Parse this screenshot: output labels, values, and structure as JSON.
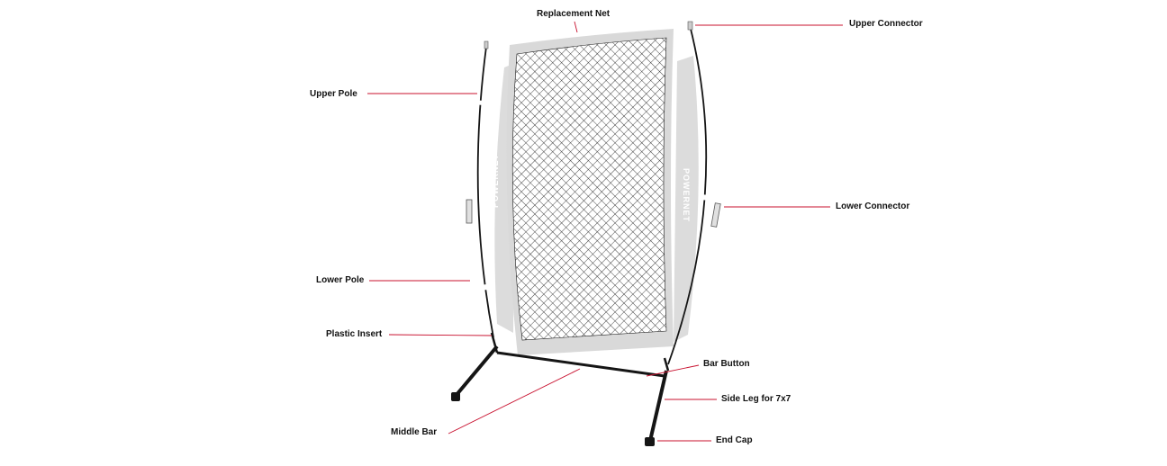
{
  "labels": {
    "replacement_net": "Replacement Net",
    "upper_connector": "Upper Connector",
    "upper_pole": "Upper Pole",
    "lower_connector": "Lower Connector",
    "lower_pole": "Lower Pole",
    "plastic_insert": "Plastic Insert",
    "bar_button": "Bar Button",
    "side_leg": "Side Leg for 7x7",
    "middle_bar": "Middle Bar",
    "end_cap": "End Cap"
  },
  "brand_text": "POWERNET",
  "colors": {
    "leader_line": "#c8102e",
    "frame": "#151515",
    "net_panel": "#d9d9d9",
    "net_mesh": "#1a1a1a",
    "text": "#111111"
  }
}
